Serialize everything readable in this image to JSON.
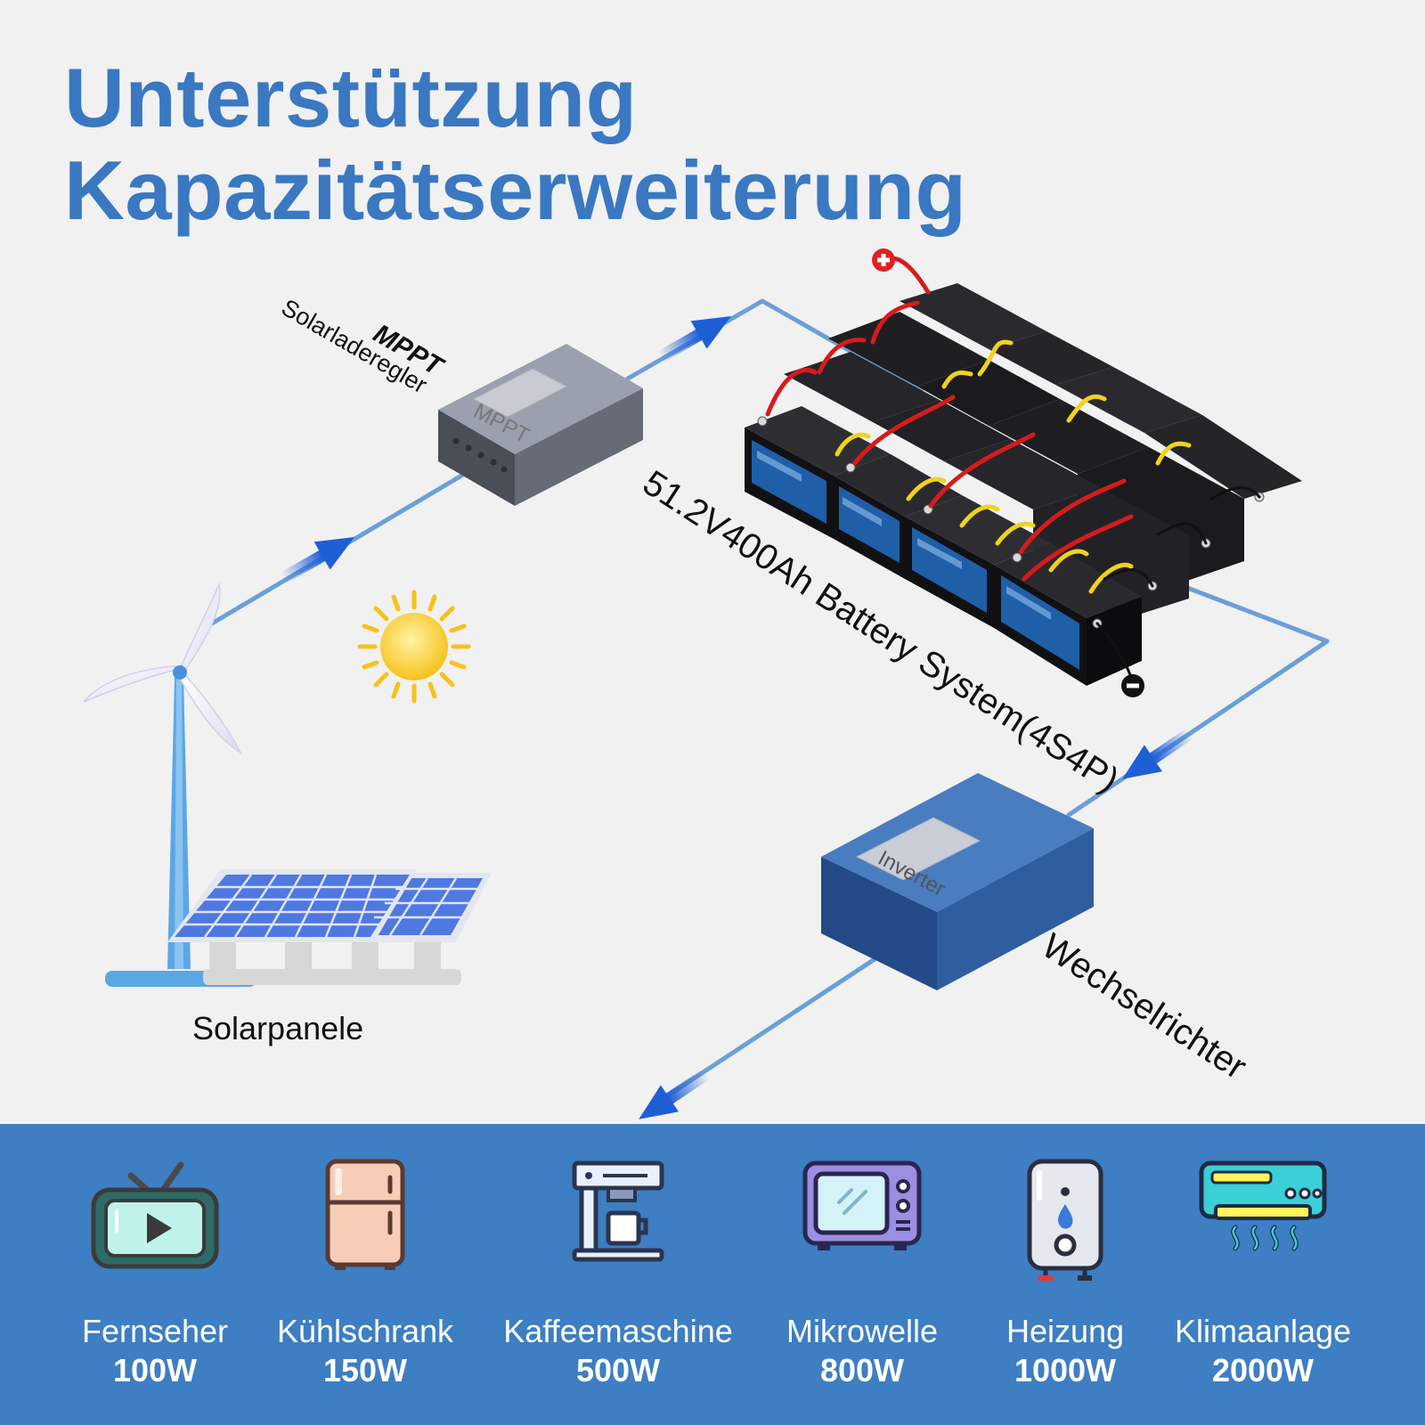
{
  "title": {
    "line1": "Unterstützung",
    "line2": "Kapazitätserweiterung"
  },
  "components": {
    "solar_label": "Solarpanele",
    "mppt_title": "MPPT",
    "mppt_subtitle": "Solarladeregler",
    "mppt_box_tag": "MPPT",
    "battery_label": "51.2V400Ah Battery System(4S4P)",
    "inverter_label": "Wechselrichter",
    "inverter_box_tag": "Inverter"
  },
  "appliances": [
    {
      "name": "Fernseher",
      "watt": "100W",
      "icon": "tv-icon"
    },
    {
      "name": "Kühlschrank",
      "watt": "150W",
      "icon": "fridge-icon"
    },
    {
      "name": "Kaffeemaschine",
      "watt": "500W",
      "icon": "coffee-machine-icon"
    },
    {
      "name": "Mikrowelle",
      "watt": "800W",
      "icon": "microwave-icon"
    },
    {
      "name": "Heizung",
      "watt": "1000W",
      "icon": "water-heater-icon"
    },
    {
      "name": "Klimaanlage",
      "watt": "2000W",
      "icon": "air-conditioner-icon"
    }
  ],
  "colors": {
    "title": "#3a78c2",
    "band": "#3e7ec2",
    "flow_line": "#6b9fd8",
    "arrow": "#1f5fd6",
    "wire_positive": "#d81b1b",
    "wire_link": "#f2d21b"
  }
}
